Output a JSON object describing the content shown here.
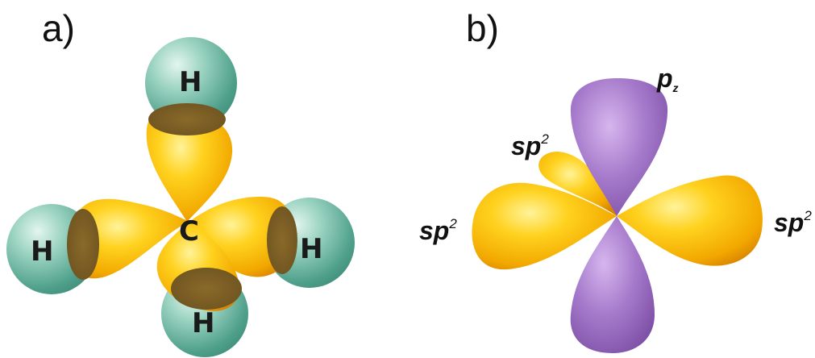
{
  "panels": {
    "a": {
      "label": "a)",
      "carbon": "C",
      "hydrogens": [
        "H",
        "H",
        "H",
        "H"
      ]
    },
    "b": {
      "label": "b)",
      "pz": {
        "base": "p",
        "sub": "z"
      },
      "sp2_left": {
        "base": "sp",
        "sup": "2"
      },
      "sp2_back": {
        "base": "sp",
        "sup": "2"
      },
      "sp2_right": {
        "base": "sp",
        "sup": "2"
      }
    }
  },
  "colors": {
    "lobe_yellow": "#F5B800",
    "lobe_yellow_light": "#FFE24D",
    "lobe_orange": "#E8900A",
    "lobe_purple": "#A472C8",
    "lobe_purple_light": "#C49BE0",
    "hydrogen_teal": "#5FB39E",
    "hydrogen_teal_light": "#B8E2D6",
    "overlap_brown": "#7A5C22"
  }
}
